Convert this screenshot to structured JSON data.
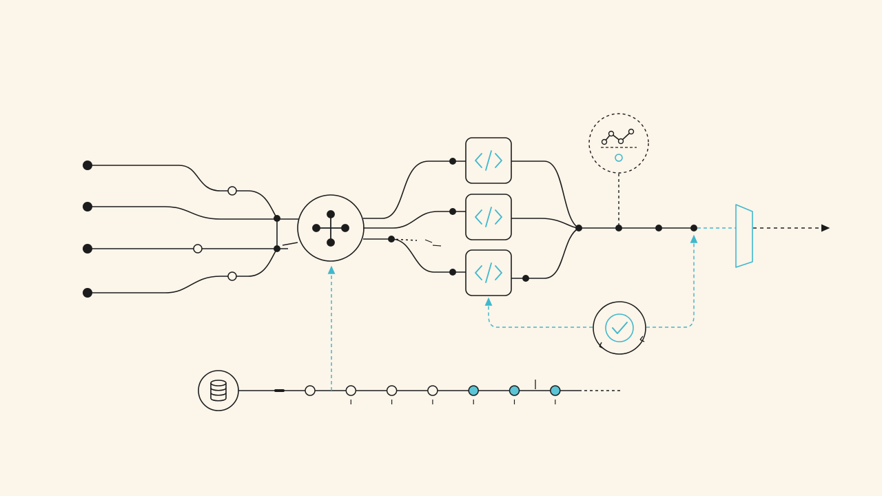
{
  "colors": {
    "background": "#fcf5ea",
    "ink": "#1c1c1c",
    "accent": "#3fb8cc",
    "accent_fill": "#5cc4d4"
  },
  "diagram": {
    "inputs": {
      "count": 4
    },
    "hub": {
      "icon": "hub-network-icon"
    },
    "processors": [
      {
        "icon": "code-brackets-icon"
      },
      {
        "icon": "code-brackets-icon"
      },
      {
        "icon": "code-brackets-icon"
      }
    ],
    "monitor": {
      "icon": "line-chart-icon",
      "style": "dashed"
    },
    "validator": {
      "icon": "check-circle-icon",
      "style": "cycle"
    },
    "output": {
      "icon": "gate-trapezoid-icon"
    },
    "source": {
      "icon": "database-icon"
    },
    "timeline": {
      "steps": [
        {
          "state": "pending"
        },
        {
          "state": "pending"
        },
        {
          "state": "pending"
        },
        {
          "state": "pending"
        },
        {
          "state": "done"
        },
        {
          "state": "done"
        },
        {
          "state": "done"
        }
      ]
    }
  }
}
